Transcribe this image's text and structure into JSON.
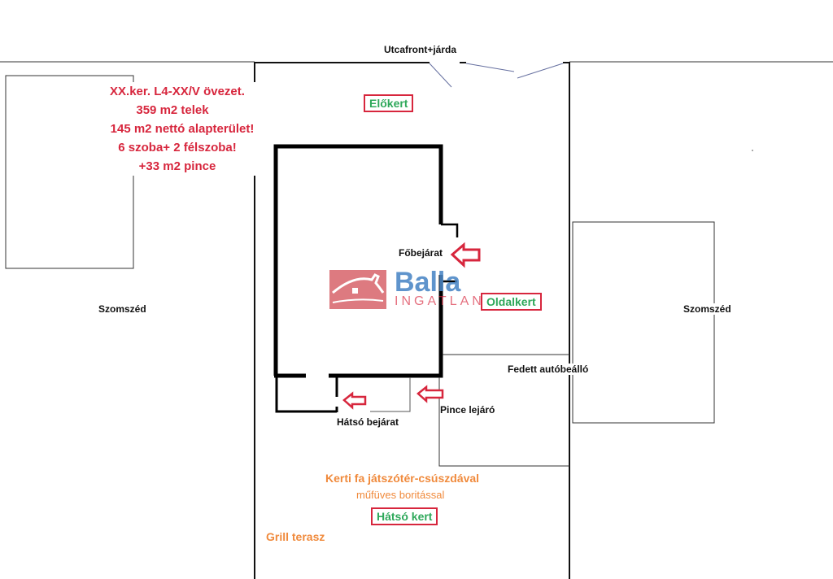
{
  "street_label": "Utcafront+járda",
  "info": {
    "lines": [
      "XX.ker. L4-XX/V övezet.",
      "359 m2 telek",
      "145 m2 nettó alapterület!",
      "6 szoba+ 2 félszoba!",
      "+33 m2 pince"
    ],
    "color": "#d7263d"
  },
  "zones": {
    "front_garden": "Előkert",
    "side_garden": "Oldalkert",
    "back_garden": "Hátsó kert"
  },
  "entrances": {
    "main": "Főbejárat",
    "back": "Hátsó bejárat",
    "cellar": "Pince lejáró"
  },
  "carport": "Fedett autóbeálló",
  "neighbors": {
    "left": "Szomszéd",
    "right": "Szomszéd"
  },
  "garden_features": {
    "playground": "Kerti fa játszótér-csúszdával",
    "playground_sub": "műfüves boritással",
    "grill": "Grill terasz"
  },
  "logo": {
    "brand": "Balla",
    "sub": "INGATLAN",
    "icon": "house-icon"
  },
  "colors": {
    "arrow": "#d7263d",
    "zone_text": "#2ea85a",
    "feature_text": "#f08a3c",
    "logo_blue": "#4a86c5",
    "logo_red": "#d9686f"
  }
}
